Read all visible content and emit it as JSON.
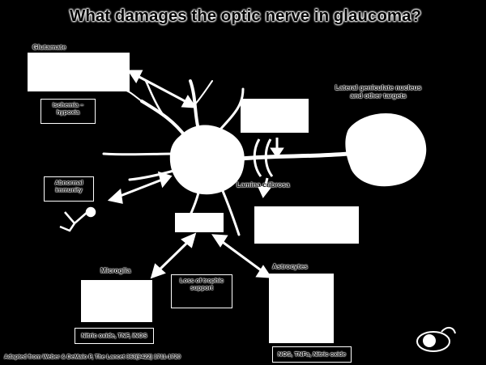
{
  "title": "What damages the optic nerve in glaucoma?",
  "labels": {
    "glutamate": "Glutamate",
    "lgn": "Lateral geniculate nucleus and other targets",
    "lamina": "Lamina cribrosa",
    "microglia": "Microglia",
    "astrocytes": "Astrocytes",
    "citation": "Adapted from Weber & DeMaio P, The Lancet 363(9422) 1711-1720"
  },
  "boxes": {
    "ischemia": "Ischemia – hypoxia",
    "abnormal_immunity": "Abnormal immunity",
    "loss_support": "Loss of trophic support",
    "tnf": "Nitric oxide, TNF, iNOS",
    "no": "NOS, TNFa, Nitric oxide"
  },
  "colors": {
    "background": "#000000",
    "foreground": "#ffffff"
  }
}
